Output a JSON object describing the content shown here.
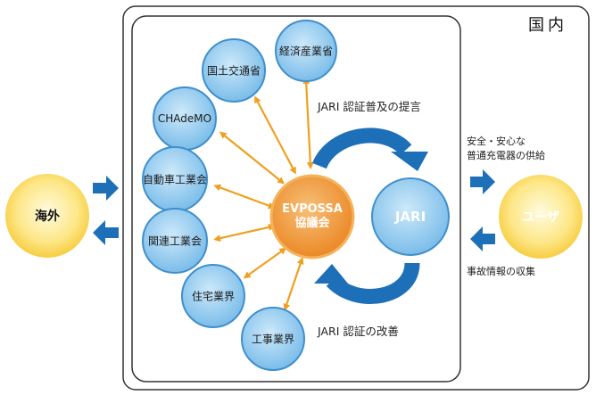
{
  "domestic": {
    "title": "国内"
  },
  "overseas": {
    "label": "海外"
  },
  "user": {
    "label": "ユーザ"
  },
  "center": {
    "line1": "EVPOSSA",
    "line2": "協議会"
  },
  "jari": {
    "label": "JARI"
  },
  "stakeholders": [
    "経済産業省",
    "国土交通省",
    "CHAdeMO",
    "自動車工業会",
    "関連工業会",
    "住宅業界",
    "工事業界"
  ],
  "flows": {
    "top": "JARI 認証普及の提言",
    "bottom": "JARI 認証の改善",
    "to_user_line1": "安全・安心な",
    "to_user_line2": "普通充電器の供給",
    "from_user": "事故情報の収集"
  },
  "colors": {
    "blue_node": "#8ec9ee",
    "blue_node_border": "#3f8fcc",
    "orange_node": "#f39a2e",
    "yellow_node": "#fbe15a",
    "arrow_orange": "#f0a020",
    "arrow_blue": "#1d6fb8"
  }
}
